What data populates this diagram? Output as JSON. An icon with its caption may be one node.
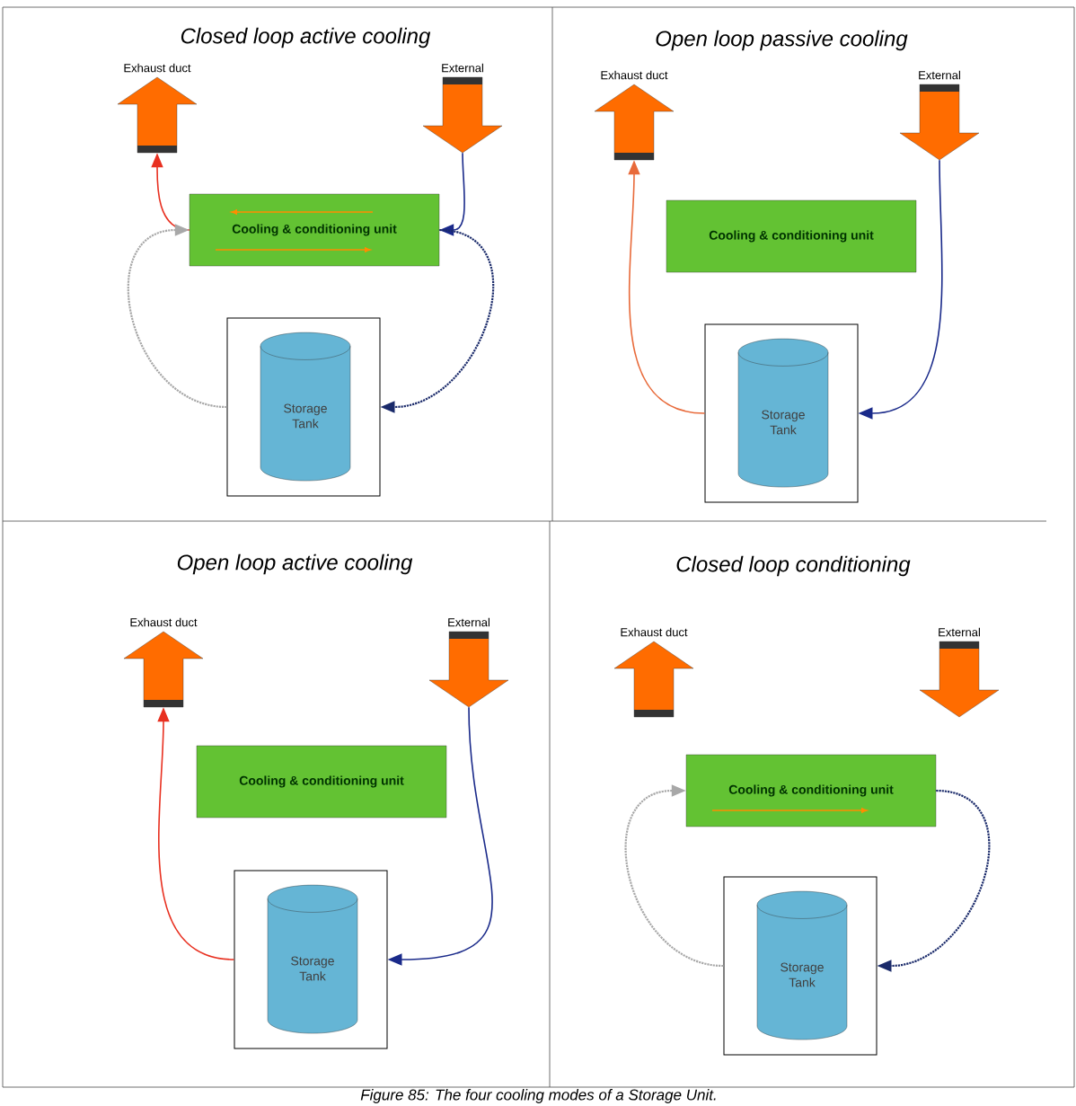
{
  "diagram": {
    "caption": "Figure 85: The four cooling modes of a Storage Unit.",
    "nodes": [
      {
        "text": [
          "Exhaust duct"
        ]
      },
      {
        "text": [
          "External"
        ]
      },
      {
        "text": [
          "Cooling & conditioning unit"
        ]
      },
      {
        "text": [],
        "shape": "box"
      },
      {
        "text": [
          "Storage Tank"
        ],
        "in": 3
      },
      {
        "text": [
          "Exhaust duct"
        ]
      },
      {
        "text": [
          "External"
        ]
      },
      {
        "text": [
          "Cooling & conditioning unit"
        ]
      },
      {
        "text": [],
        "shape": "box"
      },
      {
        "text": [
          "Storage Tank"
        ],
        "in": 8
      },
      {
        "text": [
          "Exhaust duct"
        ]
      },
      {
        "text": [
          "External"
        ]
      },
      {
        "text": [
          "Cooling & conditioning unit"
        ]
      },
      {
        "text": [],
        "shape": "box"
      },
      {
        "text": [
          "Storage Tank"
        ],
        "in": 13
      },
      {
        "text": [
          "Exhaust duct"
        ]
      },
      {
        "text": [
          "External"
        ]
      },
      {
        "text": [
          "Cooling & conditioning unit"
        ]
      },
      {
        "text": [],
        "shape": "box"
      },
      {
        "text": [
          "Storage Tank"
        ],
        "in": 18
      }
    ],
    "edges": [
      {
        "from": 1,
        "to": 2,
        "arrow": "to",
        "color": "#1a2a8a"
      },
      {
        "from": 2,
        "to": 0,
        "arrow": "to",
        "color": "#e83020"
      },
      {
        "from": 3,
        "to": 2,
        "arrow": "to",
        "style": "dashed",
        "color": "#a8a8a8"
      },
      {
        "from": 2,
        "to": 3,
        "arrow": "to",
        "style": "dashed",
        "color": "#1a2a6a"
      },
      {
        "from": 8,
        "to": 5,
        "arrow": "to",
        "color": "#e86a3a"
      },
      {
        "from": 6,
        "to": 8,
        "arrow": "to",
        "color": "#1a2a8a"
      },
      {
        "from": 13,
        "to": 10,
        "arrow": "to",
        "color": "#e83020"
      },
      {
        "from": 11,
        "to": 13,
        "arrow": "to",
        "color": "#1a2a8a"
      },
      {
        "from": 18,
        "to": 17,
        "arrow": "to",
        "style": "dashed",
        "color": "#a8a8a8"
      },
      {
        "from": 17,
        "to": 18,
        "arrow": "to",
        "style": "dashed",
        "color": "#1a2a6a"
      }
    ],
    "labels": [
      "Closed loop active cooling",
      "Open loop passive cooling",
      "Open loop active cooling",
      "Closed loop conditioning"
    ]
  }
}
